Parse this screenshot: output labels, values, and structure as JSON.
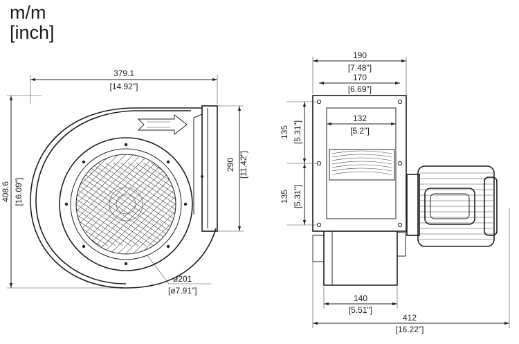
{
  "units": {
    "metric": "m/m",
    "imperial": "[inch]"
  },
  "front_view": {
    "width_mm": "379.1",
    "width_in": "[14.92\"]",
    "height_mm": "408.6",
    "height_in": "[16.09\"]",
    "outlet_mm": "290",
    "outlet_in": "[11.42\"]",
    "inlet_diameter_mm": "ø201",
    "inlet_diameter_in": "[ø7.91\"]"
  },
  "side_view": {
    "flange_width_mm": "190",
    "flange_width_in": "[7.48\"]",
    "flange_inner_mm": "170",
    "flange_inner_in": "[6.69\"]",
    "opening_mm": "132",
    "opening_in": "[5.2\"]",
    "upper_hole_mm": "135",
    "upper_hole_in": "[5.31\"]",
    "lower_hole_mm": "135",
    "lower_hole_in": "[5.31\"]",
    "base_width_mm": "140",
    "base_width_in": "[5.51\"]",
    "total_length_mm": "412",
    "total_length_in": "[16.22\"]"
  }
}
